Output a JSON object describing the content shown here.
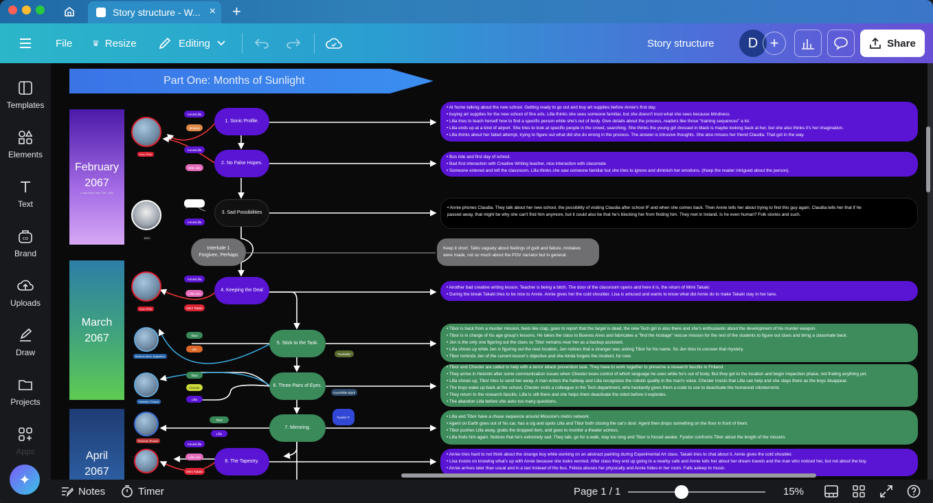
{
  "browser": {
    "tab_title": "Story structure - W...",
    "close_tab": "×",
    "new_tab": "+"
  },
  "toolbar": {
    "file": "File",
    "resize": "Resize",
    "editing": "Editing",
    "doc_title": "Story structure",
    "avatar_initial": "D",
    "add": "+",
    "share": "Share"
  },
  "sidebar": {
    "items": [
      {
        "label": "Templates",
        "icon": "templates-icon"
      },
      {
        "label": "Elements",
        "icon": "elements-icon"
      },
      {
        "label": "Text",
        "icon": "text-icon"
      },
      {
        "label": "Brand",
        "icon": "brand-icon"
      },
      {
        "label": "Uploads",
        "icon": "uploads-icon"
      },
      {
        "label": "Draw",
        "icon": "draw-icon"
      },
      {
        "label": "Projects",
        "icon": "projects-icon"
      },
      {
        "label": "Apps",
        "icon": "apps-icon"
      }
    ]
  },
  "canvas": {
    "part_title": "Part One: Months of Sunlight",
    "months": {
      "feb": {
        "name": "February",
        "year": "2067",
        "note": "Lunar New Year: Feb. 14th"
      },
      "mar": {
        "name": "March",
        "year": "2067"
      },
      "apr": {
        "name": "April",
        "year": "2067"
      }
    },
    "captions": {
      "c1": "Lina, Peru",
      "c2": "NYC",
      "c3": "Lina, Peru",
      "c4": "Buenos Aires, Argentina",
      "c5": "Helsinki, Finland",
      "c6": "Moscow, Russia",
      "c7": "Lina, Peru"
    },
    "nodes": {
      "n1": "1. Sonic Profile.",
      "n2": "2. No False Hopes.",
      "n3": "3. Sad Possibilities",
      "interlude": "Interlude 1\nForgiven, Perhaps",
      "n4": "4. Keeping the Deal",
      "n5": "5. Stick to the Task.",
      "n6": "6. Three Pairs of Eyes.",
      "n7": "7. Mirroring.",
      "n8": "8. The Tapestry."
    },
    "pills": {
      "p1": "Annie/Lilla",
      "p2": "Metaxa",
      "p3": "Annie/Lilla",
      "p4": "Ebb Lilla",
      "p5": "Annie/Lilla",
      "p6": "Annie/Lilla",
      "p7": "Lilla Lisa",
      "p8": "Mimi Takaki",
      "p9": "Tibor",
      "p10": "Jen",
      "p11": "\"Sunbully\"",
      "p12": "Tibor",
      "p13": "Chester",
      "p14": "Lilla",
      "p15": "Gunnhilde Björk",
      "p16": "Tibor",
      "p17": "Lilla",
      "p18": "Fyodor P.",
      "p19": "Annie/Lilla",
      "p20": "Lilla Lisa",
      "p21": "Mimi Takaki"
    },
    "boxes": {
      "b1": [
        "• At home talking about the new school. Getting ready to go out and buy art supplies before Annie's first day.",
        "• buying art supplies for the new school of fine arts. Lilla thinks she sees someone familiar, but she doesn't trust what she sees because blindness.",
        "• Lilla tries to teach herself how to find a specific person while she's out of body. Give details about the process, readers like those \"training sequences\" a lot.",
        "• Lilla ends up at a kind of airport. She tries to look at specific people in the crowd, searching. She thinks the young girl dressed in black is maybe looking back at her, but she also thinks it's her imagination.",
        "• Lilla thinks about her failed attempt, trying to figure out what did she do wrong in the process. The answer is intrusive thoughts. She also misses her friend Claudia. That got in the way."
      ],
      "b2": [
        "• Bus ride and first day of school.",
        "• Bad first interaction with Creative Writing teacher, nice interaction with classmate.",
        "• Someone entered and left the classroom, Lilla thinks she saw someone familiar but she tries to ignore and diminish her emotions. (Keep the reader intrigued about the person)."
      ],
      "b3": [
        "• Annie phones Claudia. They talk about her new school, the possibility of visiting Claudia after school IF and when she comes back. Then Annie tells her about trying to find this guy again. Claudia tells her that if he",
        "  passed away, that might be why she can't find him anymore, but it could also be that he's blocking her from finding him. They met in Ireland. Is he even human? Folk stories and such."
      ],
      "b4": [
        "Keep it short. Talks vaguely about feelings of guilt and failure, mistakes",
        "were made, not so much about the POV narrator but in general."
      ],
      "b5": [
        "• Another bad creative writing lesson. Teacher is being a bitch. The door of the classroom opens and here it is, the return of Mimi Takaki.",
        "• During the break Takaki tries to be nice to Annie. Annie gives her the cold shoulder. Lisa is amused and wants to know what did Annie do to make Takaki stay in her lane."
      ],
      "b6": [
        "• Tibor is back from a murder mission, feels like crap, goes to report that the target is dead, the new Tech girl is also there and she's enthusiastic about the development of his murder weapon.",
        "• Tibor is in charge of his age group's lessons. He takes the class to Buenos Aires and fabricates a \"find the hostage\" rescue mission for the rest of the students to figure out clues and bring a classmate back.",
        "• Jen is the only one figuring out the clues so Tibor remains near her as a backup assistant.",
        "• Lilla shows up while Jen is figuring out the next location, Jen notices that a stranger was asking Tibor for his name. So Jen tries to uncover that mystery.",
        "• Tibor reminds Jen of the current lesson's objective and she kinda forgets the incident, for now."
      ],
      "b7": [
        "• Tibor and Chester are called to help with a terror attack prevention task. They have to work together to preserve a research fascitis in Finland.",
        "• They arrive in Helsinki after some communication issues when Chester loses control of which language he uses while he's out of body. But they get to the location and begin inspection phase, not finding anything yet.",
        "• Lilla shows up, Tibor tries to send her away. A man enters the hallway and Lilla recognizes the robotic quality in the man's voice. Chester insists that Lilla can help and she stays there as the boys disappear.",
        "• The boys wake up back at the school, Chester visits a colleague in the Tech department, who hesitantly gives them a code to use to deactivate the humanoid roboterrorist.",
        "• They return to the research fascitis. Lilla is still there and she helps them deactivate the robot before it explodes.",
        "• The abandon Lilla before she asks too many questions."
      ],
      "b8": [
        "• Lilla and Tibor have a chase sequence around Moscow's metro network.",
        "• Agent on Earth goes out of his car, has a cig and spots Lilla and Tibor both closing the car's door. Agent then drops something on the floor in front of them.",
        "• Tibor pushes Lilla away, grabs the dropped item, and goes to monitor a theater actress.",
        "• Lilla finds him again. Notices that he's extremely sad. They talk, go for a walk, stay too long and Tibor is forced awake. Fyodor confronts Tibor about the length of the mission."
      ],
      "b9": [
        "• Annie tries hard to not think about the strange boy while working on an abstract painting during Experimental Art class. Takaki tries to chat about it. Annie gives the cold shoulder.",
        "• Lisa insists on knowing what's up with Annie because she looks worried. After class they end up going to a nearby cafe and Annie tells her about her dream travels and the man who noticed her, but not about the boy.",
        "• Annie arrives later than usual and in a taxi instead of the bus. Felicia abuses her physically and Annie hides in her room. Falls asleep to music."
      ]
    }
  },
  "bottom": {
    "notes": "Notes",
    "timer": "Timer",
    "page": "Page 1 / 1",
    "zoom": "15%",
    "zoom_fraction": 0.39
  },
  "colors": {
    "accent_purple": "#5a14d4",
    "accent_green": "#3e8c5c",
    "header_start": "#2bb6c9",
    "header_end": "#6a4fd6"
  }
}
